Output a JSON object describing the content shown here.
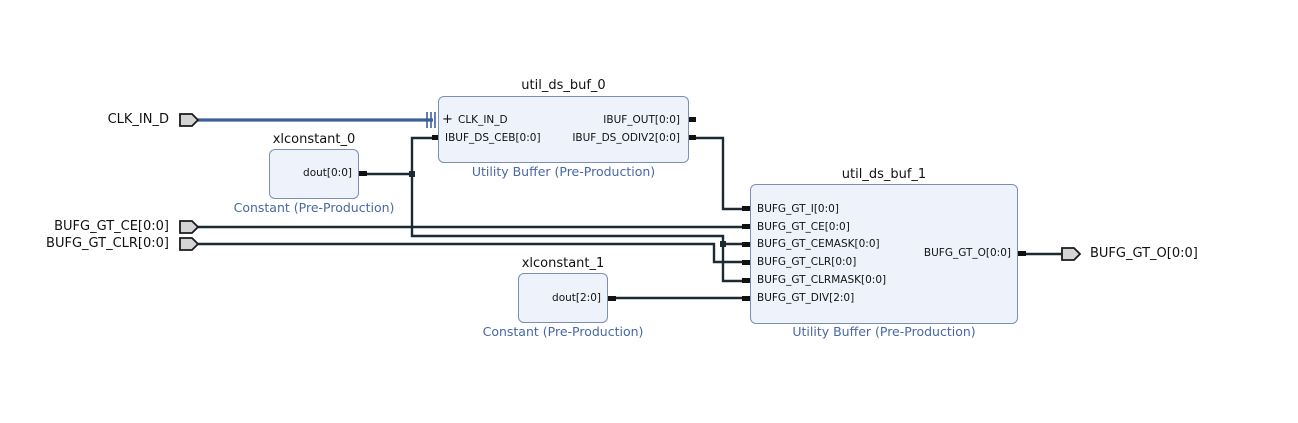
{
  "external_ports": {
    "clk_in_d": "CLK_IN_D",
    "bufg_gt_ce": "BUFG_GT_CE[0:0]",
    "bufg_gt_clr": "BUFG_GT_CLR[0:0]",
    "bufg_gt_o": "BUFG_GT_O[0:0]"
  },
  "blocks": {
    "util_ds_buf_0": {
      "title": "util_ds_buf_0",
      "subtitle": "Utility Buffer (Pre-Production)",
      "expand_glyph": "+",
      "pins_in": [
        "CLK_IN_D",
        "IBUF_DS_CEB[0:0]"
      ],
      "pins_out": [
        "IBUF_OUT[0:0]",
        "IBUF_DS_ODIV2[0:0]"
      ]
    },
    "xlconstant_0": {
      "title": "xlconstant_0",
      "subtitle": "Constant (Pre-Production)",
      "pins_out": [
        "dout[0:0]"
      ]
    },
    "util_ds_buf_1": {
      "title": "util_ds_buf_1",
      "subtitle": "Utility Buffer (Pre-Production)",
      "pins_in": [
        "BUFG_GT_I[0:0]",
        "BUFG_GT_CE[0:0]",
        "BUFG_GT_CEMASK[0:0]",
        "BUFG_GT_CLR[0:0]",
        "BUFG_GT_CLRMASK[0:0]",
        "BUFG_GT_DIV[2:0]"
      ],
      "pins_out": [
        "BUFG_GT_O[0:0]"
      ]
    },
    "xlconstant_1": {
      "title": "xlconstant_1",
      "subtitle": "Constant (Pre-Production)",
      "pins_out": [
        "dout[2:0]"
      ]
    }
  },
  "colors": {
    "block_fill": "#eef3fb",
    "block_border": "#7c8fb2",
    "subtitle_text": "#4868a3",
    "wire": "#1c2a33",
    "bus_wire": "#3d5f96",
    "port_fill": "#d4d4d4"
  }
}
